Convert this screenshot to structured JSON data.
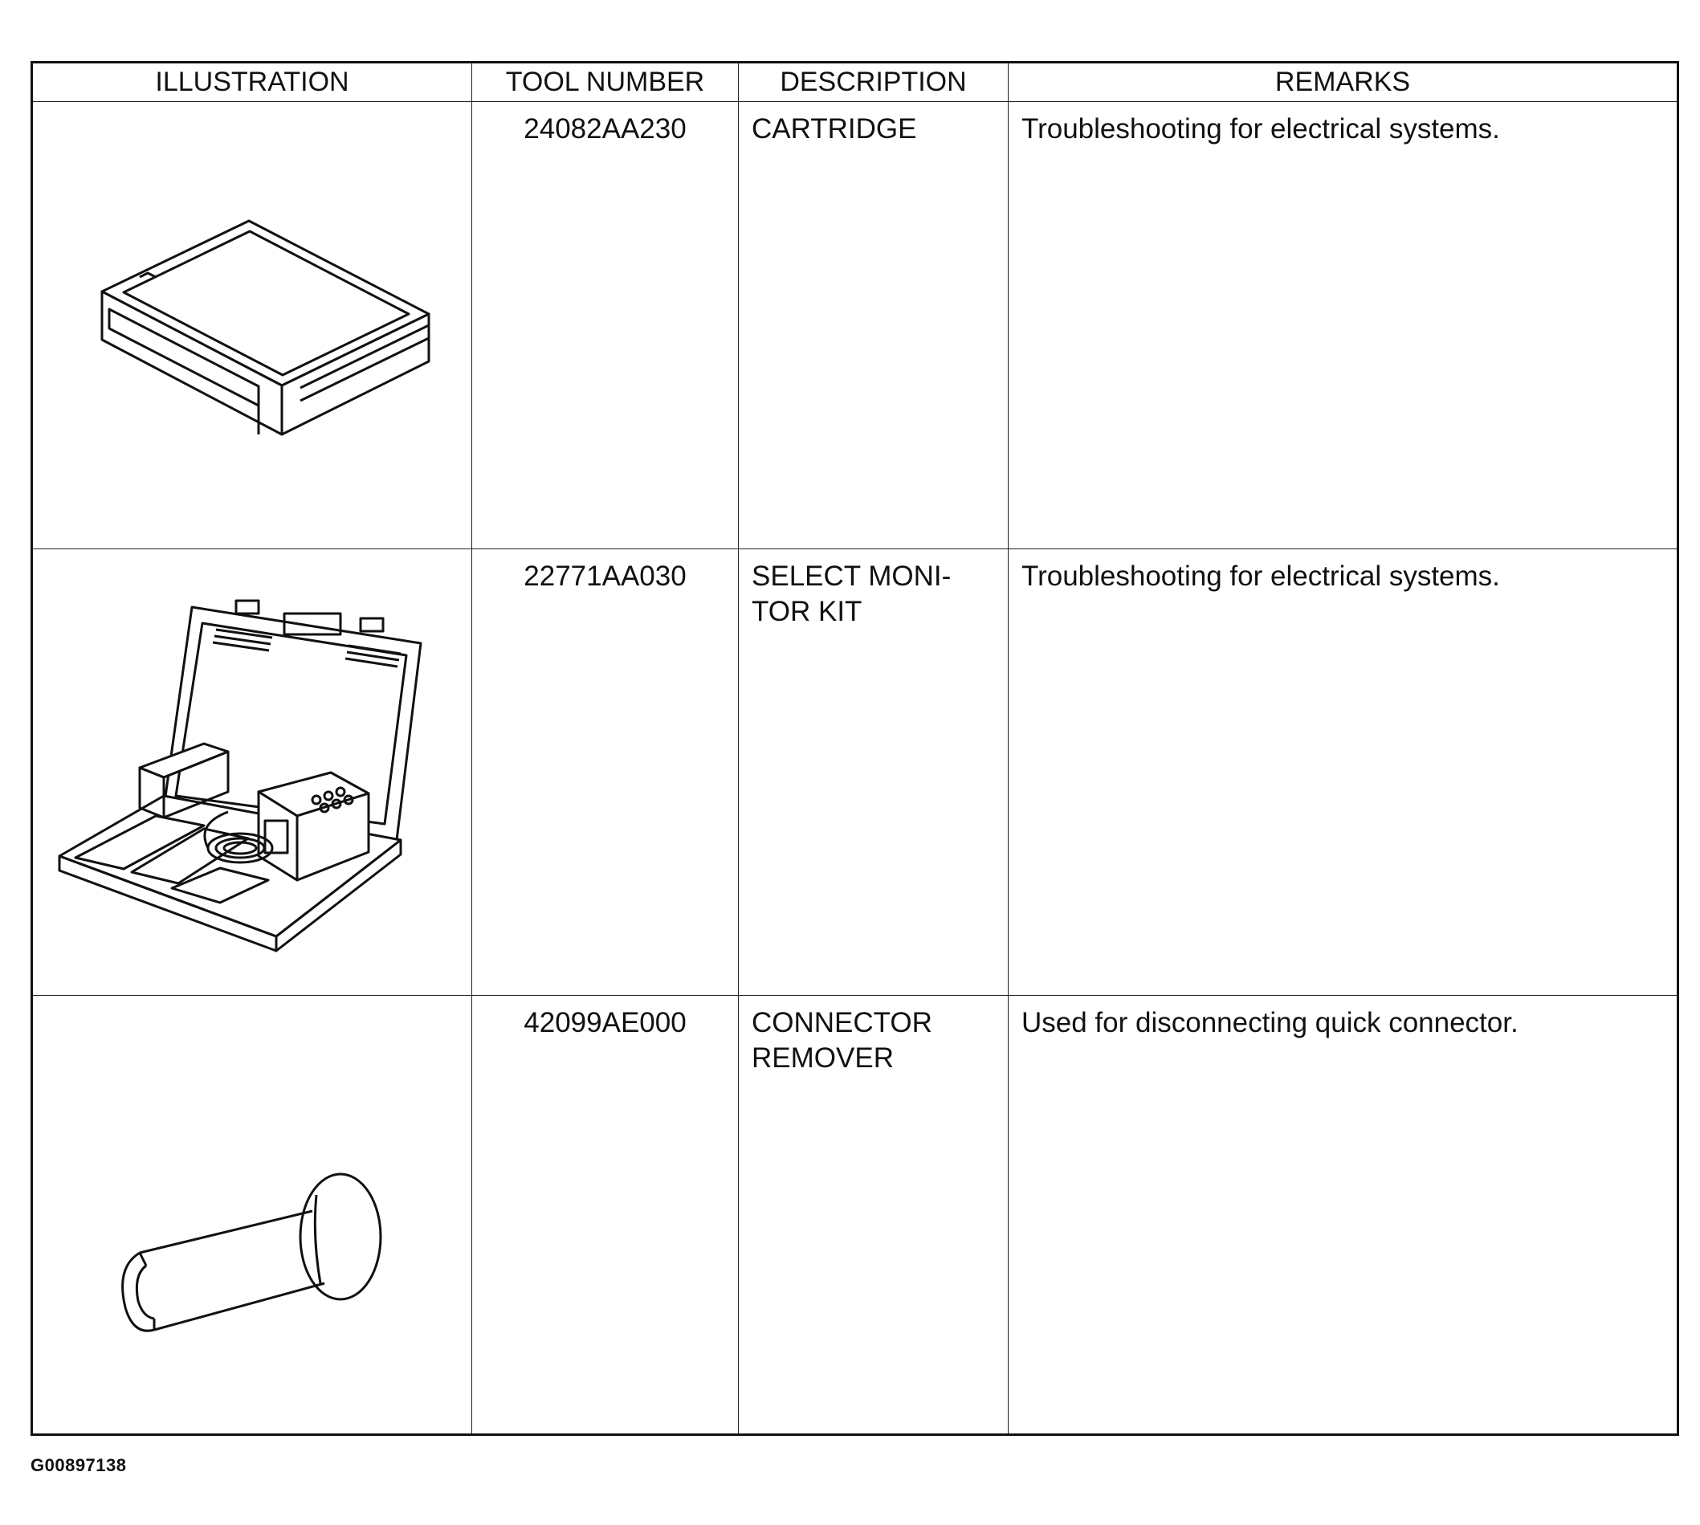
{
  "table": {
    "headers": [
      "ILLUSTRATION",
      "TOOL NUMBER",
      "DESCRIPTION",
      "REMARKS"
    ],
    "rows": [
      {
        "tool_number": "24082AA230",
        "description": "CARTRIDGE",
        "remarks": "Troubleshooting for electrical systems.",
        "illustration_icon": "cartridge-icon"
      },
      {
        "tool_number": "22771AA030",
        "description": "SELECT MONI-\nTOR KIT",
        "remarks": "Troubleshooting for electrical systems.",
        "illustration_icon": "select-monitor-kit-icon"
      },
      {
        "tool_number": "42099AE000",
        "description": "CONNECTOR\nREMOVER",
        "remarks": "Used for disconnecting quick connector.",
        "illustration_icon": "connector-remover-icon"
      }
    ]
  },
  "figure_id": "G00897138"
}
